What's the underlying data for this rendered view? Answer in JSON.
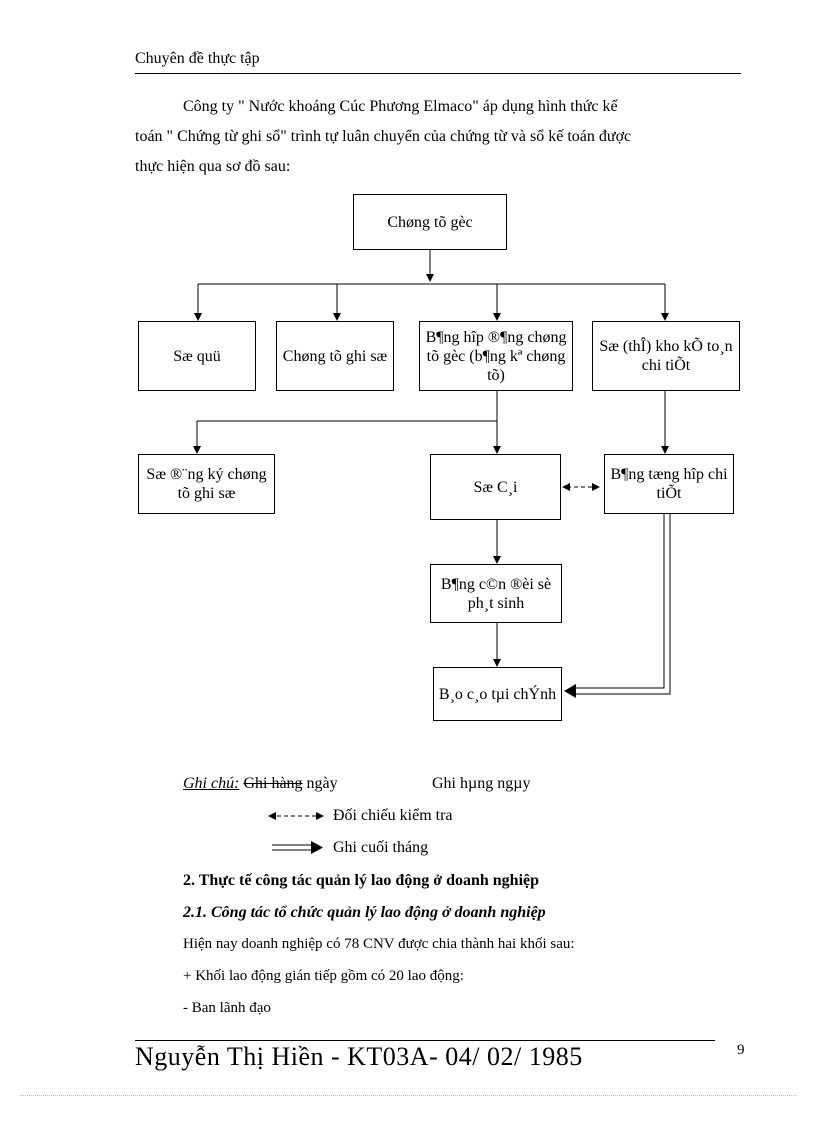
{
  "header": {
    "title": "Chuyên  đề thực tập"
  },
  "intro": {
    "line1": "Công ty \" Nước khoáng Cúc Phương Elmaco\" áp dụng hình thức kế",
    "line2": "toán \" Chứng từ ghi sổ\" trình tự luân chuyển của chứng từ và sổ kế toán được",
    "line3": "thực hiện  qua sơ đồ sau:"
  },
  "diagram": {
    "boxes": {
      "chung_tu_goc": "Chøng tõ gèc",
      "so_quy": "Sæ quü",
      "chung_tu_ghi_so": "Chøng tõ ghi sæ",
      "bang_hop": "B¶ng hîp ®¶ng chøng tõ gèc (b¶ng kª chøng tõ)",
      "so_the_kho": "Sæ (thÎ) kho kÕ to¸n chi tiÕt",
      "so_dang_ky": "Sæ ®¨ng ký chøng tõ ghi sæ",
      "so_cai": "Sæ C¸i",
      "bang_tong_hop": "B¶ng tæng hîp chi tiÕt",
      "bang_can_doi": "B¶ng c©n ®èi sè ph¸t sinh",
      "bao_cao": "B¸o c¸o tµi chÝnh"
    }
  },
  "legend": {
    "label": "Ghi chú:",
    "daily_struck": "Ghi hàng",
    "daily_rest": " ngày",
    "daily_alt": "Ghi hµng ngµy",
    "crosscheck": "Đối chiếu kiểm tra",
    "monthly": "Ghi cuối tháng"
  },
  "section": {
    "heading": "2. Thực tế công tác quản lý lao động ở doanh nghiệp",
    "subheading": "2.1. Công tác tổ chức quản lý lao động ở doanh nghiệp",
    "line1": "Hiện nay doanh nghiệp có 78 CNV được chia thành hai khối sau:",
    "line2": "+ Khối lao động gián tiếp gồm có 20 lao  động:",
    "line3": "- Ban lãnh  đạo"
  },
  "footer": {
    "author": "Nguyễn  Thị  Hiền - KT03A- 04/ 02/ 1985",
    "page_number": "9"
  }
}
